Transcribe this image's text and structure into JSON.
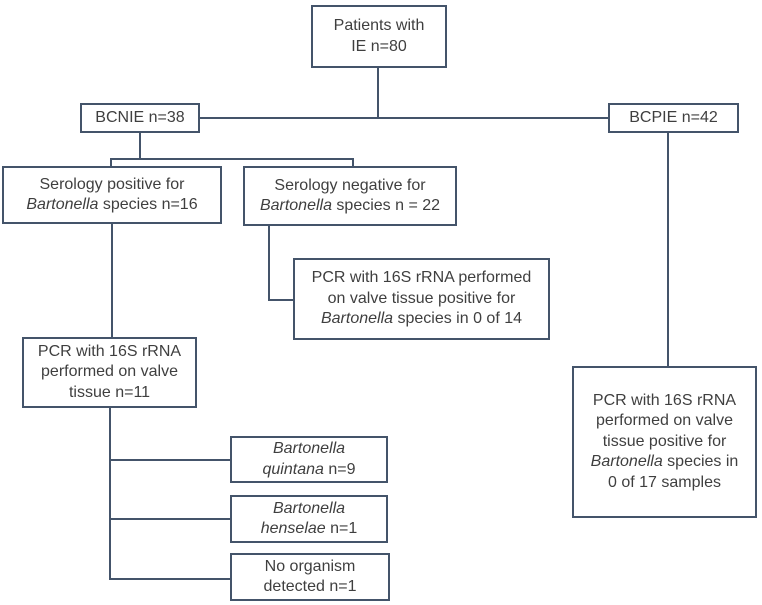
{
  "diagram": {
    "type": "flowchart",
    "background_color": "#ffffff",
    "line_color": "#44546A",
    "text_color": "#3f3f3f",
    "boxes": {
      "patients": {
        "text": "Patients with\nIE n=80"
      },
      "bcnie": {
        "text": "BCNIE n=38"
      },
      "bcpie": {
        "text": "BCPIE n=42"
      },
      "serology_positive": {
        "pre": "Serology positive for\n",
        "italic": "Bartonella",
        "post": " species n=16"
      },
      "serology_negative": {
        "pre": "Serology negative for\n",
        "italic": "Bartonella",
        "post": " species n = 22"
      },
      "pcr_0_of_14": {
        "pre": "PCR with 16S rRNA performed\non valve tissue positive for\n",
        "italic": "Bartonella",
        "post": " species in 0 of 14"
      },
      "pcr_n11": {
        "text": "PCR with 16S rRNA\nperformed on valve\ntissue n=11"
      },
      "bartonella_quintana": {
        "italic": "Bartonella\nquintana",
        "post": " n=9"
      },
      "bartonella_henselae": {
        "italic": "Bartonella\nhenselae",
        "post": " n=1"
      },
      "no_organism": {
        "text": "No organism\ndetected n=1"
      },
      "pcr_0_of_17": {
        "pre": "PCR with 16S rRNA\nperformed on valve\ntissue positive for\n",
        "italic": "Bartonella",
        "post": " species in\n0 of 17 samples"
      }
    }
  }
}
